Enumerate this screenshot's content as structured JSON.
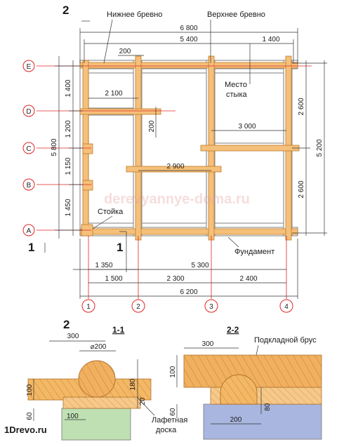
{
  "labels": {
    "lower_log": "Нижнее бревно",
    "upper_log": "Верхнее бревно",
    "joint_place_1": "Место",
    "joint_place_2": "стыка",
    "post": "Стойка",
    "foundation": "Фундамент",
    "lafet_board_1": "Лафетная",
    "lafet_board_2": "доска",
    "sub_beam": "Подкладной брус",
    "brand": "1Drevo.ru",
    "watermark": "derevyannye-doma.ru"
  },
  "section_marks": {
    "top": "2",
    "left": "1",
    "middle": "1",
    "bottom": "2",
    "section_1": "1-1",
    "section_2": "2-2"
  },
  "axes_letters": [
    "E",
    "D",
    "C",
    "B",
    "A"
  ],
  "axes_numbers": [
    "1",
    "2",
    "3",
    "4"
  ],
  "dims": {
    "total_6800": "6 800",
    "span_5400": "5 400",
    "span_1400": "1 400",
    "top_200": "200",
    "left_5800": "5 800",
    "left_1400": "1 400",
    "left_1200": "1 200",
    "left_1150": "1 150",
    "left_1450": "1 450",
    "inner_2100": "2 100",
    "inner_200": "200",
    "inner_3000": "3 000",
    "inner_2900": "2 900",
    "right_2600a": "2 600",
    "right_2600b": "2 600",
    "right_5200": "5 200",
    "bot_1350": "1 350",
    "bot_5300": "5 300",
    "bot_1500": "1 500",
    "bot_2300": "2 300",
    "bot_2400": "2 400",
    "bot_6200": "6 200"
  },
  "section1_dims": {
    "w300": "300",
    "d200": "⌀200",
    "h180": "180",
    "h100": "100",
    "h20": "20",
    "h60": "60",
    "w100": "100"
  },
  "section2_dims": {
    "w300": "300",
    "h100": "100",
    "h80": "80",
    "h60": "60",
    "w200": "200"
  },
  "colors": {
    "log_fill": "#f5c07a",
    "log_stroke": "#c07a28",
    "axis_red": "#e02525",
    "foundation_green": "#bfe0b3",
    "foundation_blue": "#a9b6df"
  }
}
